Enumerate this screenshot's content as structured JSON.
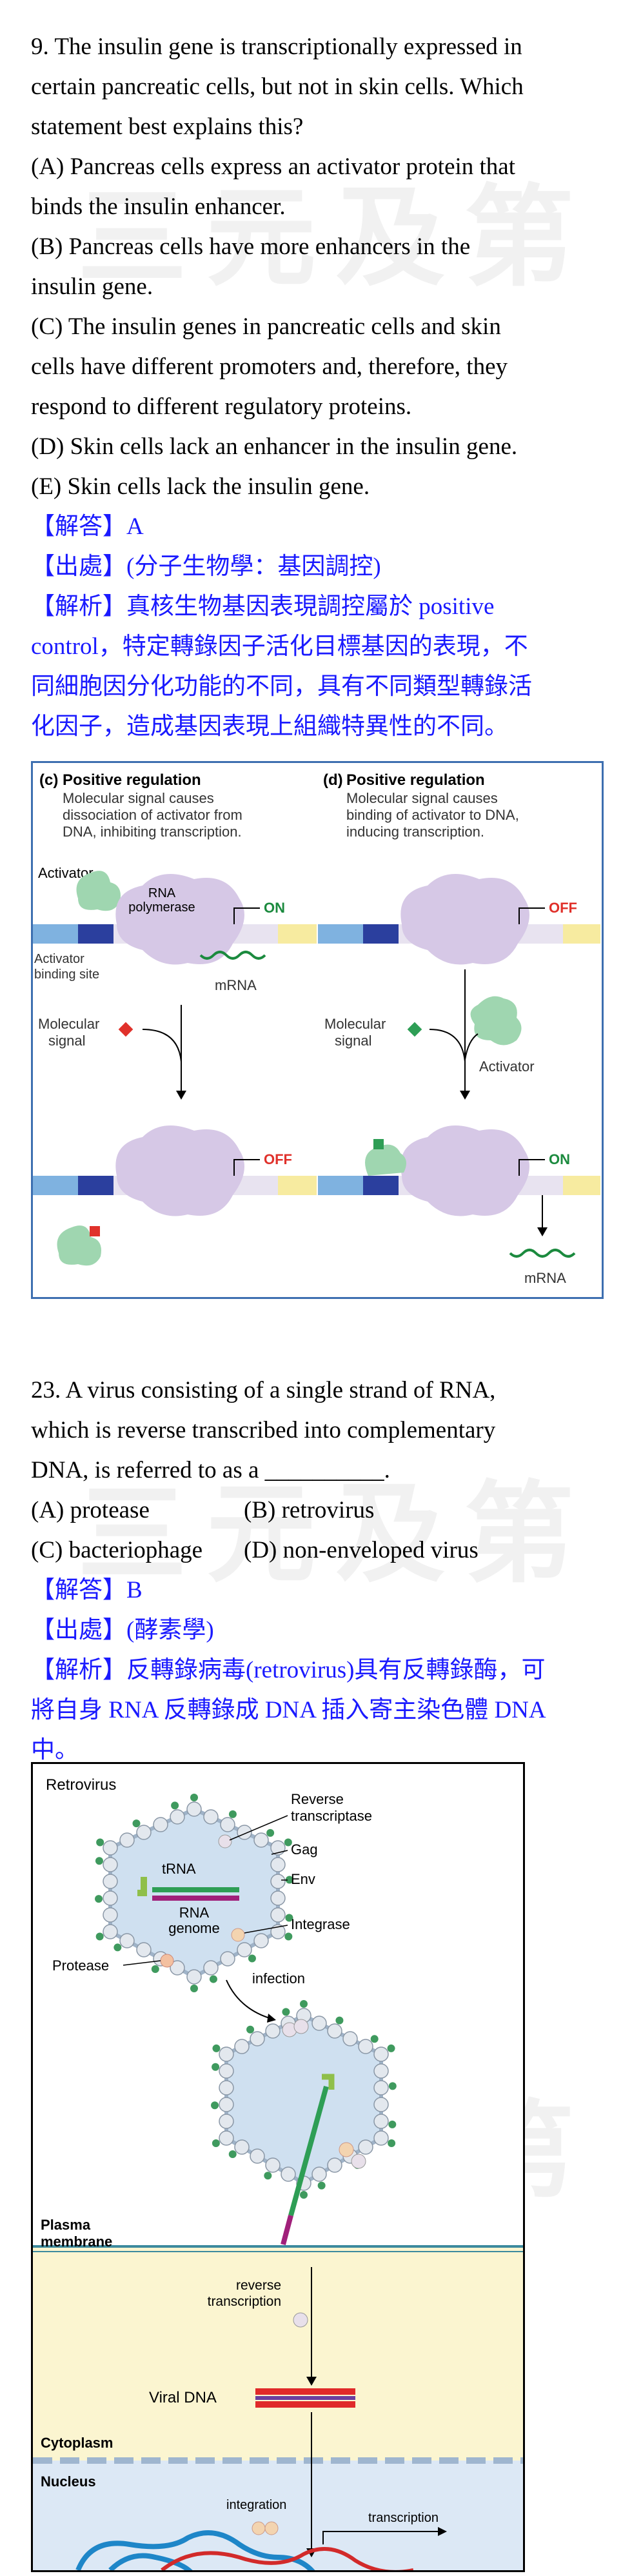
{
  "watermark": "三元及第",
  "q9": {
    "stem": [
      "9. The insulin gene is transcriptionally expressed in",
      "certain pancreatic cells, but not in skin cells. Which",
      "statement best explains this?"
    ],
    "options": [
      "(A) Pancreas cells express an activator protein that",
      "binds the insulin enhancer.",
      "(B) Pancreas cells have more enhancers in the",
      "insulin gene.",
      "(C) The insulin genes in pancreatic cells and skin",
      "cells have different promoters and, therefore, they",
      "respond to different regulatory proteins.",
      "(D) Skin cells lack an enhancer in the insulin gene.",
      "(E) Skin cells lack the insulin gene."
    ],
    "answer": "【解答】A",
    "source": "【出處】(分子生物學：基因調控)",
    "explanation": [
      "【解析】真核生物基因表現調控屬於 positive",
      "control，特定轉錄因子活化目標基因的表現，不",
      "同細胞因分化功能的不同，具有不同類型轉錄活",
      "化因子，造成基因表現上組織特異性的不同。"
    ]
  },
  "fig1": {
    "c_label": "(c)",
    "c_title": "Positive regulation",
    "c_desc": [
      "Molecular signal causes",
      "dissociation of activator from",
      "DNA, inhibiting transcription."
    ],
    "d_label": "(d)",
    "d_title": "Positive regulation",
    "d_desc": [
      "Molecular signal causes",
      "binding of activator to DNA,",
      "inducing transcription."
    ],
    "activator": "Activator",
    "rna_polymerase": [
      "RNA",
      "polymerase"
    ],
    "activator_site": [
      "Activator",
      "binding site"
    ],
    "on": "ON",
    "off": "OFF",
    "mrna": "mRNA",
    "molecular_signal": [
      "Molecular",
      "signal"
    ],
    "colors": {
      "activator": "#9fd6b0",
      "polymerase": "#d6c8e6",
      "signal_c": "#e0312b",
      "signal_d": "#2e9e55",
      "on": "#1b8a3e",
      "off": "#e0312b"
    }
  },
  "q23": {
    "stem": [
      "23. A virus consisting of a single strand of RNA,",
      "which is reverse transcribed into complementary",
      "DNA, is referred to as a __________."
    ],
    "options": [
      [
        "(A) protease",
        "(B) retrovirus"
      ],
      [
        "(C) bacteriophage",
        "(D) non-enveloped virus"
      ]
    ],
    "answer": "【解答】B",
    "source": "【出處】(酵素學)",
    "explanation": [
      "【解析】反轉錄病毒(retrovirus)具有反轉錄酶，可",
      "將自身 RNA 反轉錄成 DNA 插入寄主染色體 DNA",
      "中。"
    ]
  },
  "fig2": {
    "retrovirus": "Retrovirus",
    "reverse_transcriptase": [
      "Reverse",
      "transcriptase"
    ],
    "gag": "Gag",
    "env": "Env",
    "trna": "tRNA",
    "rna_genome": [
      "RNA",
      "genome"
    ],
    "integrase": "Integrase",
    "protease": "Protease",
    "infection": "infection",
    "plasma_membrane": [
      "Plasma",
      "membrane"
    ],
    "reverse_transcription": [
      "reverse",
      "transcription"
    ],
    "viral_dna": "Viral DNA",
    "cytoplasm": "Cytoplasm",
    "nucleus": "Nucleus",
    "integration": "integration",
    "transcription": "transcription"
  }
}
